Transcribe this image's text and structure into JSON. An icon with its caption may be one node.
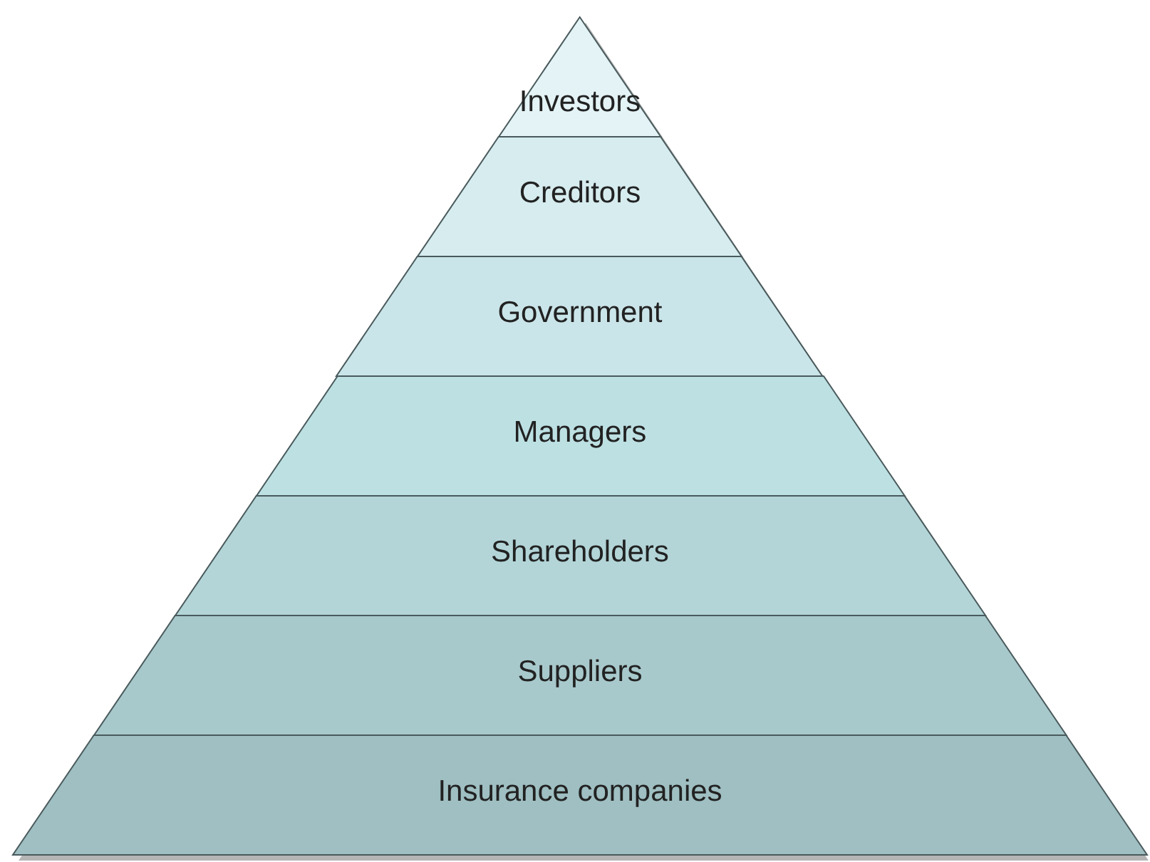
{
  "diagram": {
    "nodes": [
      {
        "text": [
          "Investors"
        ]
      },
      {
        "text": [
          "Creditors"
        ]
      },
      {
        "text": [
          "Government"
        ]
      },
      {
        "text": [
          "Managers"
        ]
      },
      {
        "text": [
          "Shareholders"
        ]
      },
      {
        "text": [
          "Suppliers"
        ]
      },
      {
        "text": [
          "Insurance companies"
        ]
      }
    ]
  }
}
